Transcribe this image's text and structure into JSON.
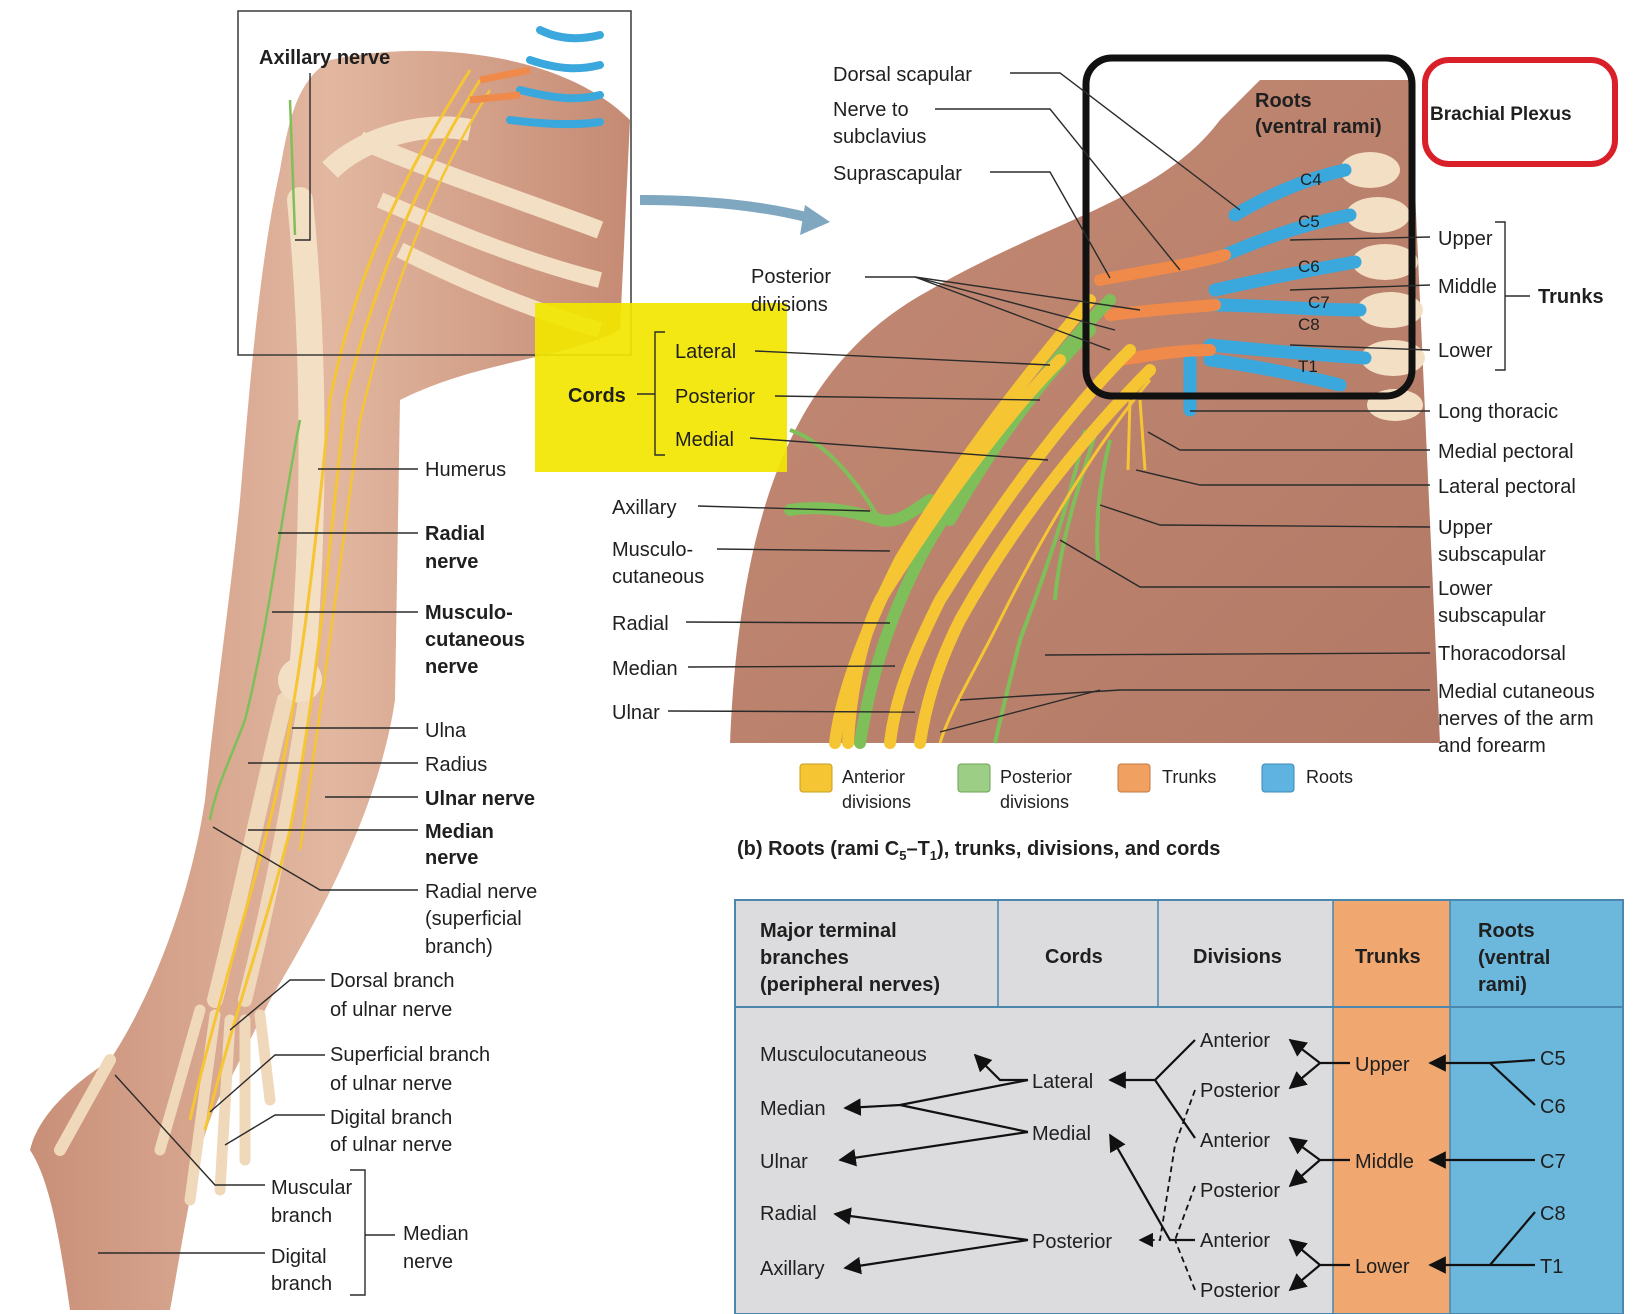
{
  "arm_panel": {
    "boxed_label": "Axillary nerve",
    "labels": {
      "humerus": "Humerus",
      "radial_nerve_1": "Radial",
      "radial_nerve_2": "nerve",
      "musculo_1": "Musculo-",
      "musculo_2": "cutaneous",
      "musculo_3": "nerve",
      "ulna": "Ulna",
      "radius": "Radius",
      "ulnar_nerve": "Ulnar nerve",
      "median_nerve_1": "Median",
      "median_nerve_2": "nerve",
      "radial_sup_1": "Radial nerve",
      "radial_sup_2": "(superficial",
      "radial_sup_3": "branch)",
      "dorsal_ulnar_1": "Dorsal branch",
      "dorsal_ulnar_2": "of ulnar nerve",
      "sup_ulnar_1": "Superficial branch",
      "sup_ulnar_2": "of ulnar nerve",
      "dig_ulnar_1": "Digital branch",
      "dig_ulnar_2": "of ulnar nerve",
      "muscular_1": "Muscular",
      "muscular_2": "branch",
      "digital_1": "Digital",
      "digital_2": "branch",
      "median_group_1": "Median",
      "median_group_2": "nerve"
    }
  },
  "cords_box": {
    "heading": "Cords",
    "items": [
      "Lateral",
      "Posterior",
      "Medial"
    ]
  },
  "plexus_labels": {
    "dorsal_scapular": "Dorsal scapular",
    "nerve_to_1": "Nerve to",
    "nerve_to_2": "subclavius",
    "suprascapular": "Suprascapular",
    "posterior_div_1": "Posterior",
    "posterior_div_2": "divisions",
    "axillary": "Axillary",
    "musculo_1": "Musculo-",
    "musculo_2": "cutaneous",
    "radial": "Radial",
    "median": "Median",
    "ulnar": "Ulnar",
    "roots_1": "Roots",
    "roots_2": "(ventral rami)",
    "brachial_plexus": "Brachial Plexus",
    "roots_c": [
      "C4",
      "C5",
      "C6",
      "C7",
      "C8",
      "T1"
    ],
    "upper": "Upper",
    "middle": "Middle",
    "lower": "Lower",
    "trunks": "Trunks",
    "long_thoracic": "Long thoracic",
    "medial_pectoral": "Medial pectoral",
    "lateral_pectoral": "Lateral pectoral",
    "upper_sub_1": "Upper",
    "upper_sub_2": "subscapular",
    "lower_sub_1": "Lower",
    "lower_sub_2": "subscapular",
    "thoracodorsal": "Thoracodorsal",
    "medial_cut_1": "Medial cutaneous",
    "medial_cut_2": "nerves of the arm",
    "medial_cut_3": "and forearm"
  },
  "legend": [
    {
      "label_1": "Anterior",
      "label_2": "divisions",
      "color": "#f5c533"
    },
    {
      "label_1": "Posterior",
      "label_2": "divisions",
      "color": "#9ccf85"
    },
    {
      "label_1": "Trunks",
      "label_2": "",
      "color": "#f0a060"
    },
    {
      "label_1": "Roots",
      "label_2": "",
      "color": "#5fb3e0"
    }
  ],
  "caption": {
    "prefix": "(b) Roots (rami C",
    "sub1": "5",
    "mid": "–T",
    "sub2": "1",
    "suffix": "), trunks, divisions, and cords"
  },
  "schematic": {
    "headers": {
      "major_1": "Major terminal",
      "major_2": "branches",
      "major_3": "(peripheral nerves)",
      "cords": "Cords",
      "divisions": "Divisions",
      "trunks": "Trunks",
      "roots_1": "Roots",
      "roots_2": "(ventral",
      "roots_3": "rami)"
    },
    "branches": [
      "Musculocutaneous",
      "Median",
      "Ulnar",
      "Radial",
      "Axillary"
    ],
    "cords": [
      "Lateral",
      "Medial",
      "Posterior"
    ],
    "divisions": [
      "Anterior",
      "Posterior",
      "Anterior",
      "Posterior",
      "Anterior",
      "Posterior"
    ],
    "trunks": [
      "Upper",
      "Middle",
      "Lower"
    ],
    "roots": [
      "C5",
      "C6",
      "C7",
      "C8",
      "T1"
    ]
  },
  "colors": {
    "skin": "#d9a992",
    "bone": "#f2dcc0",
    "nerve_yellow": "#f5c533",
    "nerve_green": "#7fbf5a",
    "trunk_orange": "#f08a4a",
    "root_blue": "#3aa8dc",
    "cords_highlight": "#f2e600",
    "red_box": "#d9202a",
    "table_grey": "#dcdcde",
    "table_orange": "#f0a870",
    "table_blue": "#6cb8dc"
  }
}
